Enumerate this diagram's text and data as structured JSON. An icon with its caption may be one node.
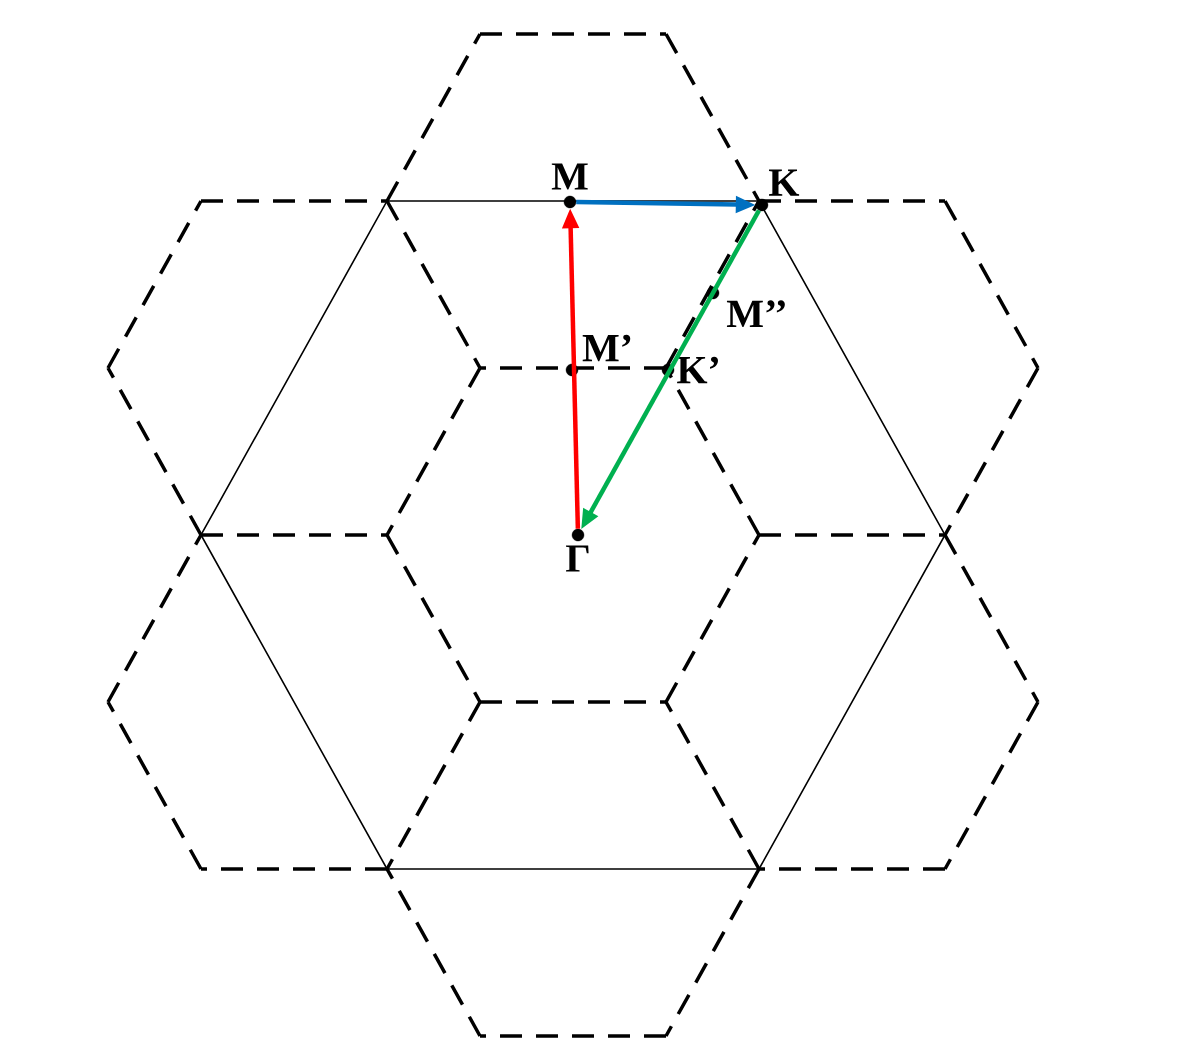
{
  "diagram": {
    "nodes": [
      {
        "text": [
          "M"
        ]
      },
      {
        "text": [
          "K"
        ]
      },
      {
        "text": [
          "M’’"
        ]
      },
      {
        "text": [
          "M’"
        ]
      },
      {
        "text": [
          "K’"
        ]
      },
      {
        "text": [
          "Γ"
        ]
      }
    ],
    "edges": [
      {
        "from": 5,
        "to": 0,
        "arrow": "to",
        "color": "#ff0000"
      },
      {
        "from": 0,
        "to": 1,
        "arrow": "to",
        "color": "#0070c0"
      },
      {
        "from": 1,
        "to": 5,
        "arrow": "to",
        "color": "#00b050"
      }
    ]
  }
}
